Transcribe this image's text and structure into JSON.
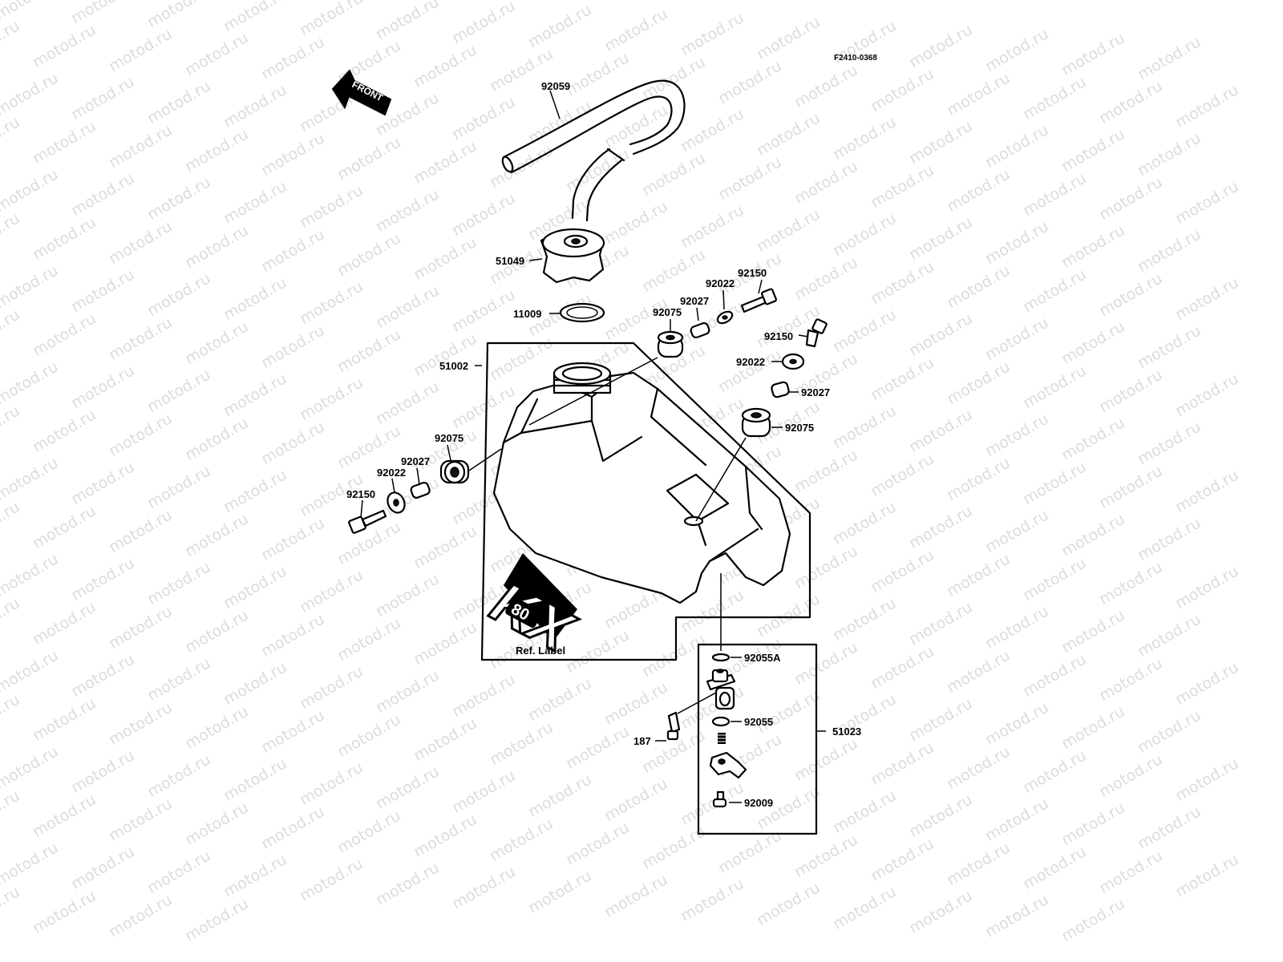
{
  "figure_code": "F2410-0368",
  "front_label": "FRONT",
  "watermark": "motod.ru",
  "ref_label": "Ref. Label",
  "decal": {
    "letters": "KX",
    "number": "80"
  },
  "parts": {
    "hose": "92059",
    "cap": "51049",
    "gasket": "11009",
    "tank": "51002",
    "damper_top": "92075",
    "collar_top": "92027",
    "washer_top": "92022",
    "bolt_top": "92150",
    "bolt_right": "92150",
    "washer_right": "92022",
    "collar_right": "92027",
    "damper_right": "92075",
    "damper_left": "92075",
    "collar_left": "92027",
    "washer_left": "92022",
    "bolt_left": "92150",
    "oring_a": "92055A",
    "screw": "187",
    "oring": "92055",
    "cock_assy": "51023",
    "cock_bottom": "92009"
  }
}
